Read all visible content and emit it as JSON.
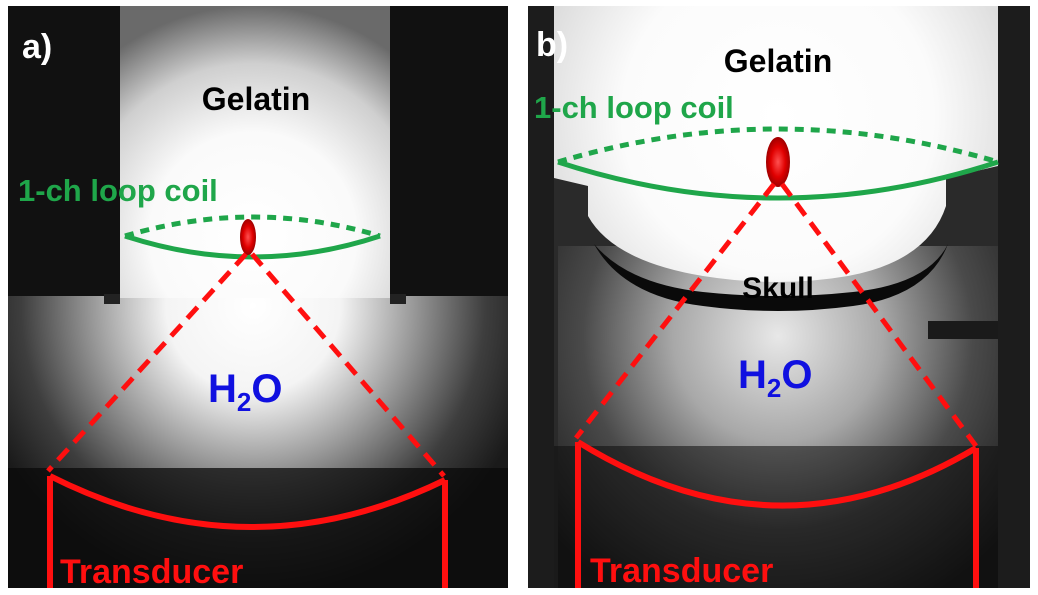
{
  "panels": [
    {
      "letter": "a)",
      "gelatin": "Gelatin",
      "coil": "1-ch loop coil",
      "water_main": "H",
      "water_sub": "2",
      "water_tail": "O",
      "transducer": "Transducer"
    },
    {
      "letter": "b)",
      "gelatin": "Gelatin",
      "coil": "1-ch loop coil",
      "skull": "Skull",
      "water_main": "H",
      "water_sub": "2",
      "water_tail": "O",
      "transducer": "Transducer"
    }
  ],
  "colors": {
    "coil": "#1fa64a",
    "transducer": "#ff0f0f",
    "water": "#1010e0",
    "text": "#000000",
    "letter": "#ffffff",
    "background": "#050505"
  }
}
